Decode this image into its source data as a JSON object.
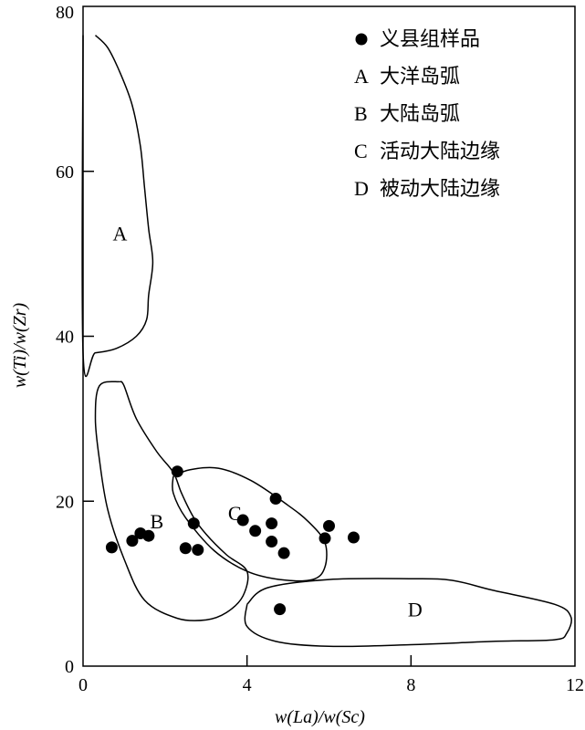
{
  "chart_data": {
    "type": "scatter",
    "xlabel": "w(La)/w(Sc)",
    "ylabel": "w(Ti)/w(Zr)",
    "xlim": [
      0,
      12
    ],
    "ylim": [
      0,
      80
    ],
    "xticks": [
      "0",
      "4",
      "8",
      "12"
    ],
    "yticks": [
      "0",
      "20",
      "40",
      "60",
      "80"
    ],
    "grid": false,
    "legend_position": "top-right",
    "series": [
      {
        "name": "义县组样品",
        "marker": "filled-circle",
        "color": "#000000",
        "points": [
          {
            "x": 0.7,
            "y": 14.4
          },
          {
            "x": 1.2,
            "y": 15.2
          },
          {
            "x": 1.4,
            "y": 16.1
          },
          {
            "x": 1.6,
            "y": 15.8
          },
          {
            "x": 2.3,
            "y": 23.6
          },
          {
            "x": 2.5,
            "y": 14.3
          },
          {
            "x": 2.7,
            "y": 17.3
          },
          {
            "x": 2.8,
            "y": 14.1
          },
          {
            "x": 3.9,
            "y": 17.7
          },
          {
            "x": 4.2,
            "y": 16.4
          },
          {
            "x": 4.6,
            "y": 17.3
          },
          {
            "x": 4.6,
            "y": 15.1
          },
          {
            "x": 4.7,
            "y": 20.3
          },
          {
            "x": 4.9,
            "y": 13.7
          },
          {
            "x": 5.9,
            "y": 15.5
          },
          {
            "x": 6.0,
            "y": 17.0
          },
          {
            "x": 6.6,
            "y": 15.6
          },
          {
            "x": 4.8,
            "y": 6.9
          }
        ]
      }
    ],
    "regions": [
      {
        "key": "A",
        "name": "大洋岛弧",
        "label_pos": {
          "x": 0.9,
          "y": 52.5
        },
        "outline": [
          [
            0.3,
            76.5
          ],
          [
            0.6,
            75
          ],
          [
            0.9,
            72
          ],
          [
            1.2,
            68
          ],
          [
            1.4,
            63
          ],
          [
            1.5,
            58
          ],
          [
            1.6,
            53
          ],
          [
            1.7,
            49
          ],
          [
            1.6,
            45
          ],
          [
            1.55,
            42
          ],
          [
            1.3,
            40
          ],
          [
            0.8,
            38.5
          ],
          [
            0.3,
            38
          ],
          [
            0,
            38
          ],
          [
            0,
            76.5
          ]
        ]
      },
      {
        "key": "B",
        "name": "大陆岛弧",
        "label_pos": {
          "x": 1.8,
          "y": 17.6
        },
        "outline": [
          [
            0.9,
            34.5
          ],
          [
            1.0,
            34
          ],
          [
            1.3,
            30
          ],
          [
            1.8,
            26
          ],
          [
            2.2,
            23.5
          ],
          [
            2.4,
            21
          ],
          [
            2.7,
            18
          ],
          [
            3.0,
            16
          ],
          [
            3.5,
            13.5
          ],
          [
            4.0,
            11.5
          ],
          [
            3.9,
            8.5
          ],
          [
            3.5,
            6.5
          ],
          [
            3.0,
            5.6
          ],
          [
            2.3,
            5.8
          ],
          [
            1.5,
            8
          ],
          [
            1.0,
            13
          ],
          [
            0.6,
            19
          ],
          [
            0.4,
            25
          ],
          [
            0.3,
            30
          ],
          [
            0.4,
            34
          ],
          [
            0.9,
            34.5
          ]
        ]
      },
      {
        "key": "C",
        "name": "活动大陆边缘",
        "label_pos": {
          "x": 3.7,
          "y": 18.6
        },
        "outline": [
          [
            2.2,
            23
          ],
          [
            2.6,
            23.8
          ],
          [
            3.3,
            24
          ],
          [
            4.1,
            22.5
          ],
          [
            5.0,
            19.5
          ],
          [
            5.5,
            17.5
          ],
          [
            5.9,
            15
          ],
          [
            5.9,
            12
          ],
          [
            5.6,
            10.5
          ],
          [
            4.8,
            10.5
          ],
          [
            4.0,
            11.5
          ],
          [
            3.2,
            14
          ],
          [
            2.5,
            18
          ],
          [
            2.2,
            21
          ],
          [
            2.2,
            23
          ]
        ]
      },
      {
        "key": "D",
        "name": "被动大陆边缘",
        "label_pos": {
          "x": 8.1,
          "y": 6.9
        },
        "outline": [
          [
            4.0,
            7.5
          ],
          [
            4.5,
            9.5
          ],
          [
            6.0,
            10.5
          ],
          [
            8.0,
            10.6
          ],
          [
            9.0,
            10.4
          ],
          [
            10.0,
            9.2
          ],
          [
            11.5,
            7.5
          ],
          [
            11.9,
            6.0
          ],
          [
            11.8,
            4.0
          ],
          [
            11.5,
            3.2
          ],
          [
            10.0,
            3.0
          ],
          [
            8.0,
            2.6
          ],
          [
            6.0,
            2.4
          ],
          [
            4.7,
            3.0
          ],
          [
            4.0,
            4.8
          ],
          [
            4.0,
            7.5
          ]
        ]
      }
    ],
    "legend": [
      {
        "key": "",
        "text": "义县组样品",
        "marker": "dot"
      },
      {
        "key": "A",
        "text": "大洋岛弧"
      },
      {
        "key": "B",
        "text": "大陆岛弧"
      },
      {
        "key": "C",
        "text": "活动大陆边缘"
      },
      {
        "key": "D",
        "text": "被动大陆边缘"
      }
    ]
  }
}
